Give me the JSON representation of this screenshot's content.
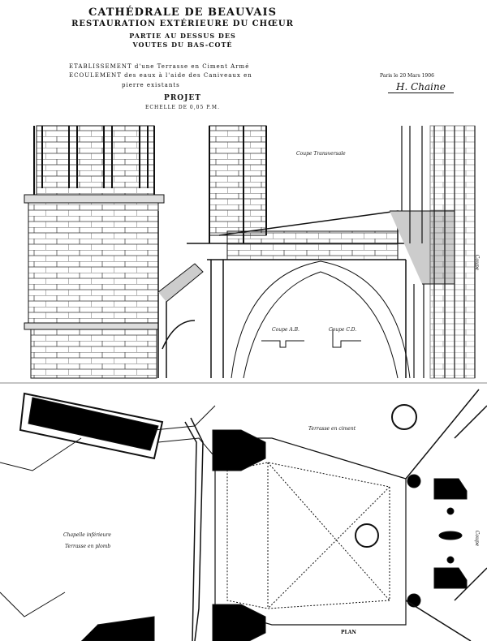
{
  "title": {
    "line1": "CATHÉDRALE DE BEAUVAIS",
    "line2": "RESTAURATION EXTÉRIEURE DU CHŒUR",
    "line3": "PARTIE AU DESSUS DES",
    "line4": "VOUTES DU BAS-COTÉ",
    "desc1": "ETABLISSEMENT d'une Terrasse en Ciment Armé",
    "desc2": "ECOULEMENT des eaux à l'aide des Caniveaux en",
    "desc3": "pierre existants",
    "projet": "PROJET",
    "scale": "ECHELLE DE 0,05 P.M."
  },
  "signature": {
    "date": "Paris le 20 Mars 1906",
    "name": "H. Chaine"
  },
  "labels": {
    "coupe_transversale": "Coupe Transversale",
    "coupe_ab": "Coupe A.B.",
    "coupe_cd": "Coupe C.D.",
    "coupe_side": "Coupe",
    "terrasse_ciment": "Terrasse en ciment",
    "chapelle": "Chapelle inférieure",
    "terrasse_plomb": "Terrasse en plomb",
    "plan": "PLAN",
    "coupe_plan": "Coupe"
  }
}
